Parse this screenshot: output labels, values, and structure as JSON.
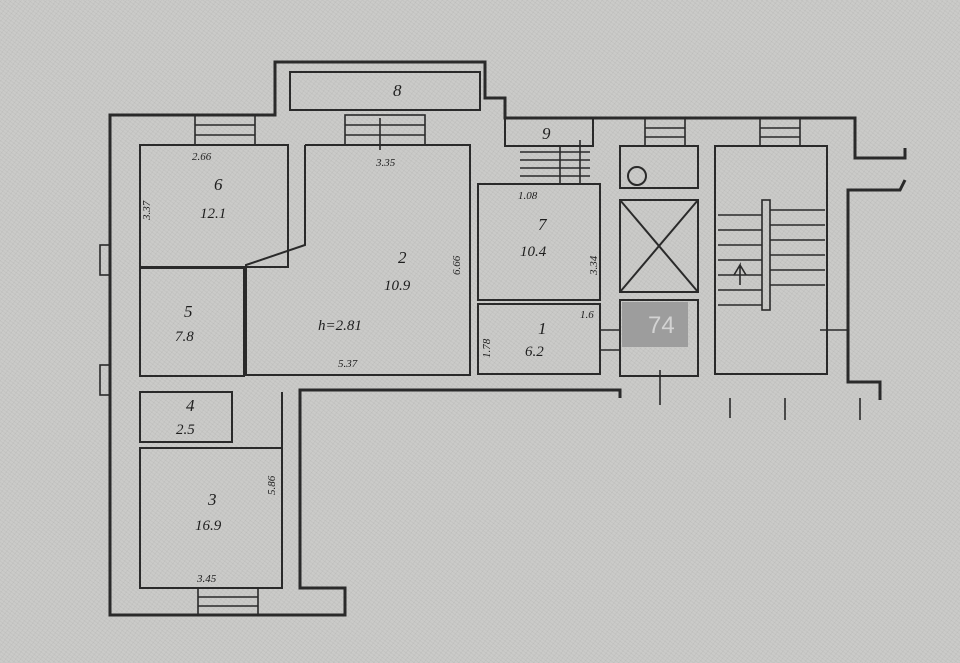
{
  "rooms": [
    {
      "number": "1",
      "area": "6.2"
    },
    {
      "number": "2",
      "area": "10.9"
    },
    {
      "number": "3",
      "area": "16.9"
    },
    {
      "number": "4",
      "area": "2.5"
    },
    {
      "number": "5",
      "area": "7.8"
    },
    {
      "number": "6",
      "area": "12.1"
    },
    {
      "number": "7",
      "area": "10.4"
    },
    {
      "number": "8",
      "area": ""
    },
    {
      "number": "9",
      "area": ""
    }
  ],
  "dimensions": {
    "d_2_66": "2.66",
    "d_3_37_left": "3.37",
    "d_3_35": "3.35",
    "d_6_66": "6.66",
    "d_5_37": "5.37",
    "d_1_08": "1.08",
    "d_3_34": "3.34",
    "d_1_6": "1.6",
    "d_1_78": "1.78",
    "d_5_86": "5.86",
    "d_3_45": "3.45"
  },
  "ceiling_height": "h=2.81",
  "watermark": "74"
}
